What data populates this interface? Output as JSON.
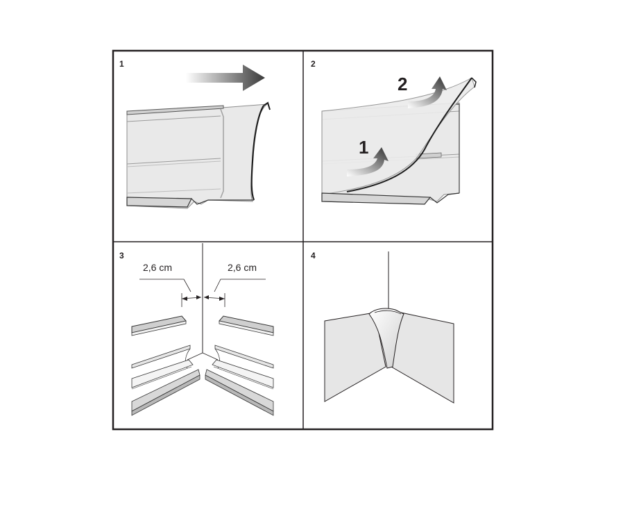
{
  "panels": [
    {
      "number": "1"
    },
    {
      "number": "2",
      "step_labels": [
        "1",
        "2"
      ]
    },
    {
      "number": "3",
      "gap_left": "2,6 cm",
      "gap_right": "2,6 cm"
    },
    {
      "number": "4"
    }
  ],
  "colors": {
    "frame": "#231f20",
    "profile_fill": "#e6e6e6",
    "profile_stroke": "#8c8c8c",
    "wall_fill": "#e9e9e9",
    "arrow_dark": "#3a3a3a",
    "arrow_light": "#ffffff"
  },
  "icons": {
    "panel1": "arrow-right-icon",
    "panel2": [
      "curved-arrow-up-icon",
      "curved-arrow-up-icon"
    ]
  }
}
